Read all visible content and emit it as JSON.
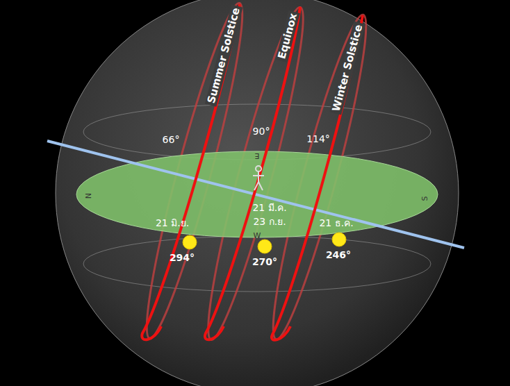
{
  "diagram": {
    "labels": [
      "Summer Solstice",
      "Equinox",
      "Winter Solstice",
      "66°",
      "90°",
      "114°",
      "N",
      "E",
      "S",
      "W",
      "21 มิ.ย.",
      "21 มี.ค.",
      "23 ก.ย.",
      "21 ธ.ค.",
      "294°",
      "270°",
      "246°"
    ]
  }
}
